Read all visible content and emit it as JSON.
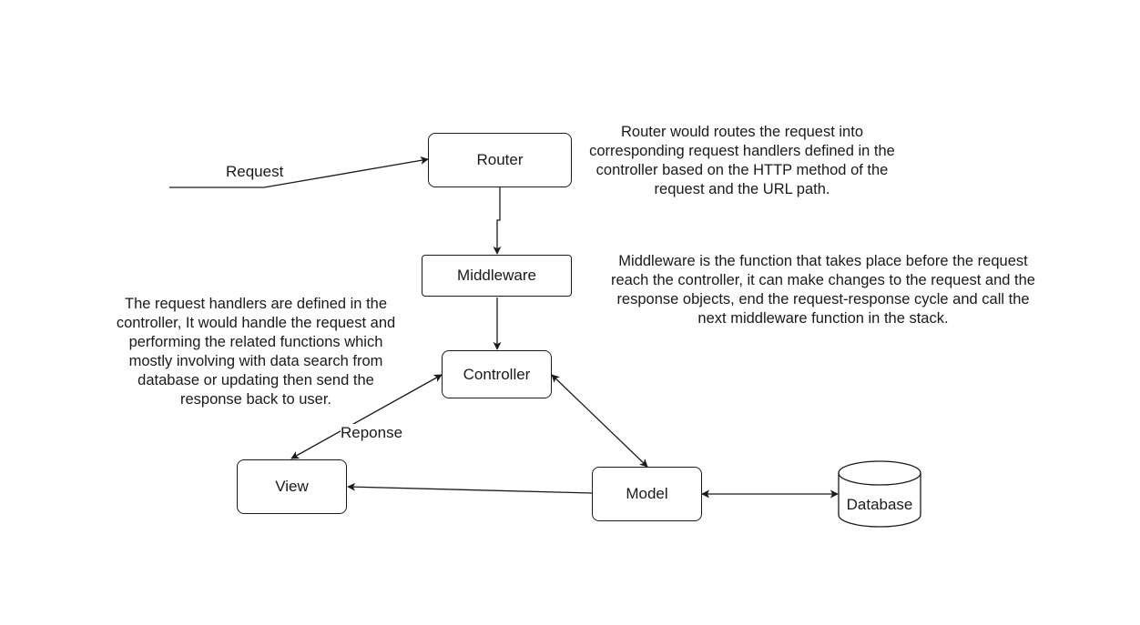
{
  "nodes": {
    "router": "Router",
    "middleware": "Middleware",
    "controller": "Controller",
    "view": "View",
    "model": "Model",
    "database": "Database"
  },
  "edge_labels": {
    "request": "Request",
    "response": "Reponse"
  },
  "notes": {
    "router": [
      "Router would routes the request into",
      "corresponding request handlers defined in the",
      "controller based on the HTTP method of the",
      "request and the URL path."
    ],
    "middleware": [
      "Middleware is the function that takes place before the request",
      "reach the controller, it can make changes to the request and the",
      "response objects, end the request-response cycle and call the",
      "next middleware function in the stack."
    ],
    "controller": [
      "The request handlers are defined in the",
      "controller, It would handle the request and",
      "performing the related functions which",
      "mostly involving with data search from",
      "database or updating then send the",
      "response back to user."
    ]
  },
  "colors": {
    "stroke": "#1a1a1a",
    "background": "#ffffff"
  }
}
